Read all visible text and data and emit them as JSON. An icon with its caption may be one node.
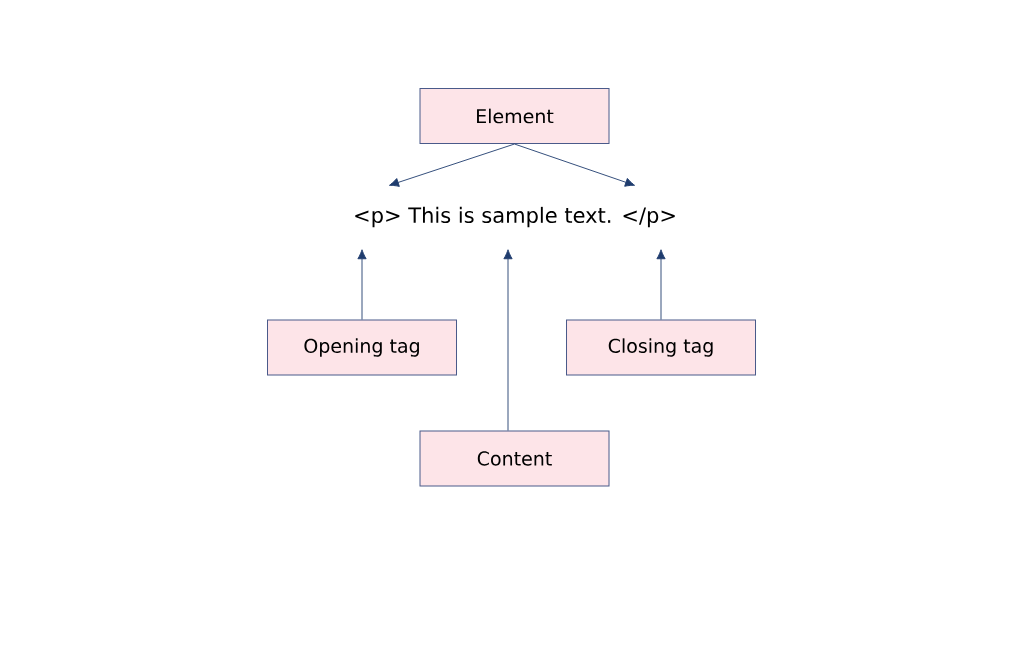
{
  "diagram": {
    "nodes": [
      {
        "text": [
          "Element"
        ]
      },
      {
        "text": [
          "<p> This is sample text. </p>"
        ]
      },
      {
        "text": [
          "Opening tag"
        ]
      },
      {
        "text": [
          "Closing tag"
        ]
      },
      {
        "text": [
          "Content"
        ]
      }
    ],
    "edges": [
      {
        "from": 0,
        "to": 1,
        "arrow": "to"
      },
      {
        "from": 0,
        "to": 1,
        "arrow": "to"
      },
      {
        "from": 2,
        "to": 1,
        "arrow": "to"
      },
      {
        "from": 4,
        "to": 1,
        "arrow": "to"
      },
      {
        "from": 3,
        "to": 1,
        "arrow": "to"
      }
    ]
  }
}
